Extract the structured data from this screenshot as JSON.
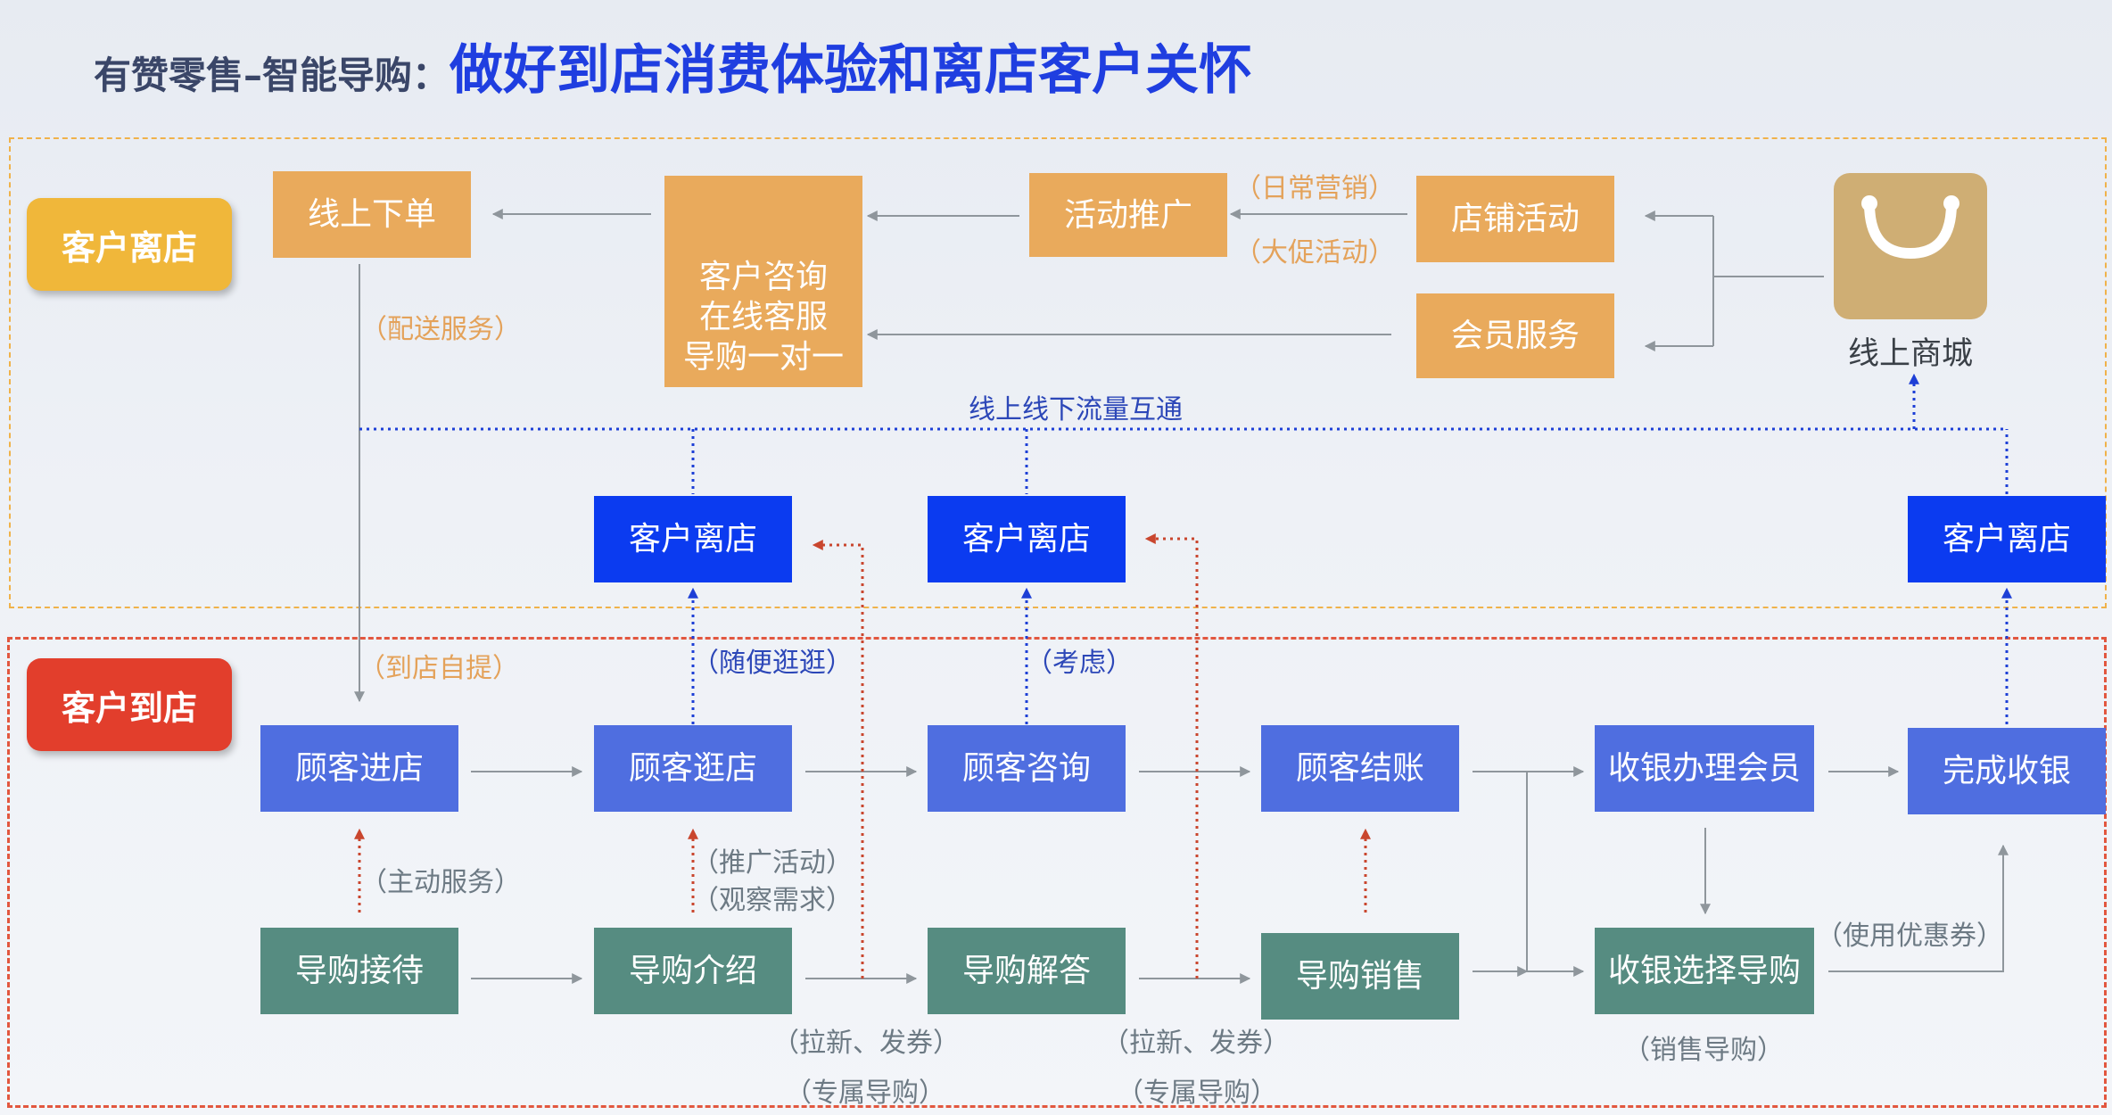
{
  "title": {
    "prefix": "有赞零售–智能导购：",
    "main": "做好到店消费体验和离店客户关怀"
  },
  "zones": {
    "top_tag": "客户离店",
    "bottom_tag": "客户到店"
  },
  "top": {
    "online_order": "线上下单",
    "consult": [
      "客户咨询",
      "在线客服",
      "导购一对一"
    ],
    "activity_promo": "活动推广",
    "store_activity": "店铺活动",
    "member_service": "会员服务",
    "online_mall": "线上商城",
    "label_daily": "（日常营销）",
    "label_big_promo": "（大促活动）",
    "label_delivery": "（配送服务）",
    "label_traffic": "线上线下流量互通",
    "leave1": "客户离店",
    "leave2": "客户离店",
    "leave3": "客户离店"
  },
  "bottom": {
    "label_pickup": "（到店自提）",
    "label_browse": "（随便逛逛）",
    "label_consider": "（考虑）",
    "enter": "顾客进店",
    "stroll": "顾客逛店",
    "ask": "顾客咨询",
    "checkout": "顾客结账",
    "cashier_member": "收银办理会员",
    "finish": "完成收银",
    "label_active": "（主动服务）",
    "label_promote": "（推广活动）",
    "label_observe": "（观察需求）",
    "label_coupon": "（使用优惠券）",
    "guide_reception": "导购接待",
    "guide_intro": "导购介绍",
    "guide_answer": "导购解答",
    "guide_sales": "导购销售",
    "cashier_guide": "收银选择导购",
    "label_new1": "（拉新、发券）",
    "label_exclusive1": "（专属导购）",
    "label_new2": "（拉新、发券）",
    "label_exclusive2": "（专属导购）",
    "label_sales_guide": "（销售导购）"
  },
  "colors": {
    "orange": "#e9aa5c",
    "blue": "#0b3bf0",
    "light_blue": "#4f6ee0",
    "green": "#568c81",
    "tag_yellow": "#f0b73a",
    "tag_red": "#e23e2c",
    "title_blue": "#1f3ee0",
    "dotted_red": "#c9462e"
  },
  "icons": {
    "online_mall": "shopping-bag-icon"
  }
}
